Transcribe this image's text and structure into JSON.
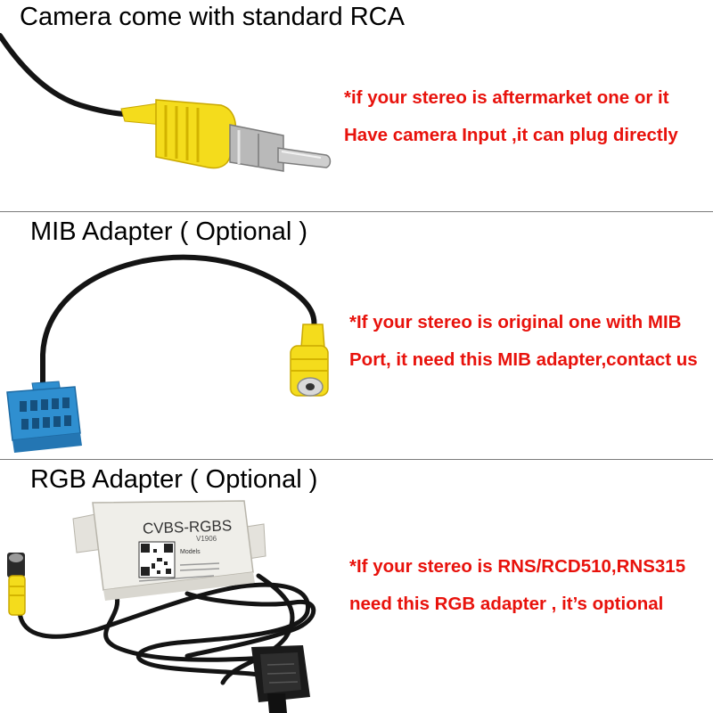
{
  "sections": [
    {
      "title": "Camera come with standard RCA",
      "notes": [
        "*if your stereo is aftermarket one or it",
        "Have camera Input ,it can plug directly"
      ]
    },
    {
      "title": "MIB Adapter ( Optional )",
      "notes": [
        "*If your stereo is original one with MIB",
        "Port, it need this MIB adapter,contact us"
      ]
    },
    {
      "title": "RGB Adapter ( Optional )",
      "notes": [
        "*If your stereo is RNS/RCD510,RNS315",
        "need this RGB adapter , it’s optional"
      ]
    }
  ],
  "rgb_box": {
    "label": "CVBS-RGBS",
    "version": "V1906",
    "models_label": "Models"
  },
  "colors": {
    "note_red": "#e8120c",
    "rca_yellow": "#f4dc1c",
    "mib_blue": "#2f8fd0",
    "cable_black": "#141414"
  }
}
